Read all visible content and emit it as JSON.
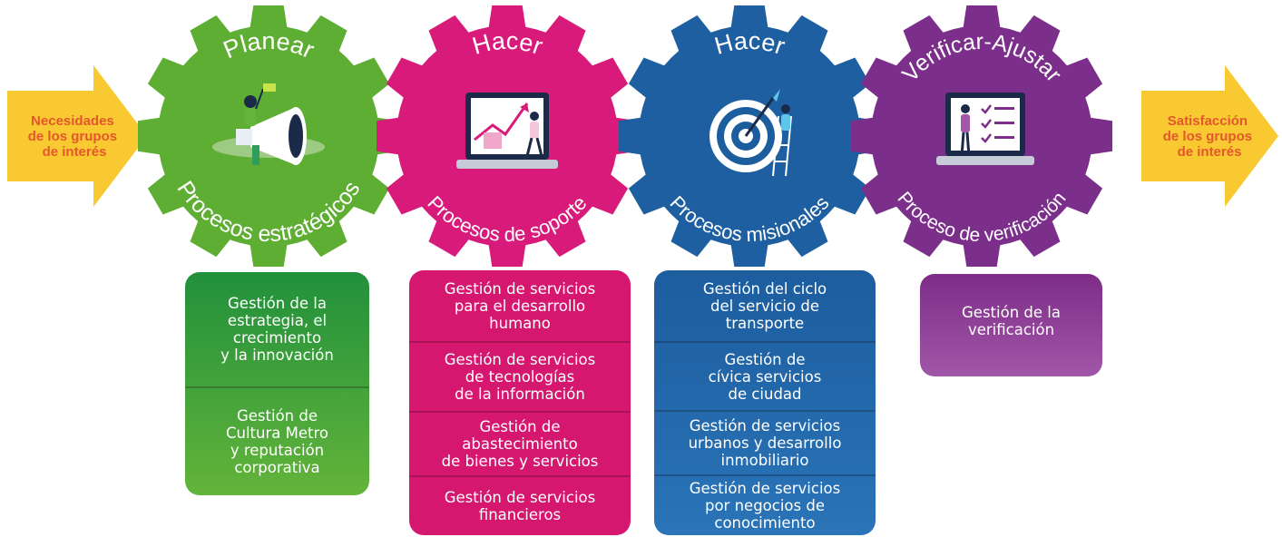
{
  "input": {
    "label": "Necesidades\nde los grupos\nde interés",
    "color": "#f9c931",
    "text_color": "#e4572e"
  },
  "output": {
    "label": "Satisfacción\nde los grupos\nde interés",
    "color": "#f9c931",
    "text_color": "#e4572e"
  },
  "gears": [
    {
      "phase": "Planear",
      "process": "Procesos estratégicos",
      "color": "#5fae34",
      "icon": "megaphone-person-illustration-icon"
    },
    {
      "phase": "Hacer",
      "process": "Procesos de soporte",
      "color": "#d81b7a",
      "icon": "laptop-growth-chart-illustration-icon"
    },
    {
      "phase": "Hacer",
      "process": "Procesos misionales",
      "color": "#1d5fa0",
      "icon": "target-dart-ladder-illustration-icon"
    },
    {
      "phase": "Verificar-Ajustar",
      "process": "Proceso de verificación",
      "color": "#7b2f8b",
      "icon": "checklist-board-illustration-icon"
    }
  ],
  "columns": [
    {
      "color_top": "#21903b",
      "color_bottom": "#63b43a",
      "items": [
        "Gestión de la\nestrategia, el\ncrecimiento\ny la innovación",
        "Gestión de\nCultura Metro\ny reputación\ncorporativa"
      ]
    },
    {
      "color_top": "#d6176f",
      "color_bottom": "#d6176f",
      "items": [
        "Gestión de servicios\npara el desarrollo\nhumano",
        "Gestión de servicios\nde tecnologías\nde la información",
        "Gestión de\nabastecimiento\nde bienes y servicios",
        "Gestión de servicios\nfinancieros"
      ]
    },
    {
      "color_top": "#1c5d9e",
      "color_bottom": "#2a74b8",
      "items": [
        "Gestión del ciclo\ndel servicio de\ntransporte",
        "Gestión de\ncívica servicios\nde ciudad",
        "Gestión de servicios\nurbanos y desarrollo\ninmobiliario",
        "Gestión de servicios\npor negocios de\nconocimiento"
      ]
    },
    {
      "color_top": "#7d2d88",
      "color_bottom": "#a156a7",
      "items": [
        "Gestión de la\nverificación"
      ]
    }
  ]
}
